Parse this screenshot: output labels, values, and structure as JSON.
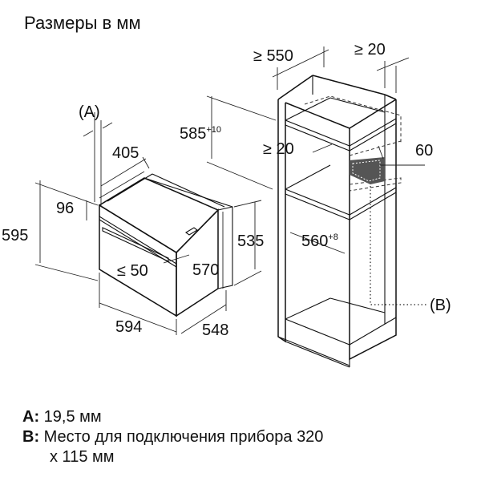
{
  "title": "Размеры в мм",
  "labels": {
    "a_marker": "(A)",
    "b_marker": "(B)",
    "oven_depth": "405",
    "oven_panel": "96",
    "oven_height": "595",
    "oven_body_height": "535",
    "oven_inner_height": "570",
    "oven_gap": "≤ 50",
    "oven_width": "594",
    "oven_body_depth": "548",
    "cab_depth": "≥ 550",
    "cab_wall": "≥ 20",
    "cab_niche_height": "585",
    "cab_niche_height_tol": "+10",
    "cab_vent_gap": "≥ 20",
    "cab_vent": "60",
    "cab_niche_width": "560",
    "cab_niche_width_tol": "+8"
  },
  "legend": {
    "a_key": "A:",
    "a_text": "19,5 мм",
    "b_key": "B:",
    "b_text": "Место для подключения прибора 320",
    "b_text2": "x 115 мм"
  }
}
